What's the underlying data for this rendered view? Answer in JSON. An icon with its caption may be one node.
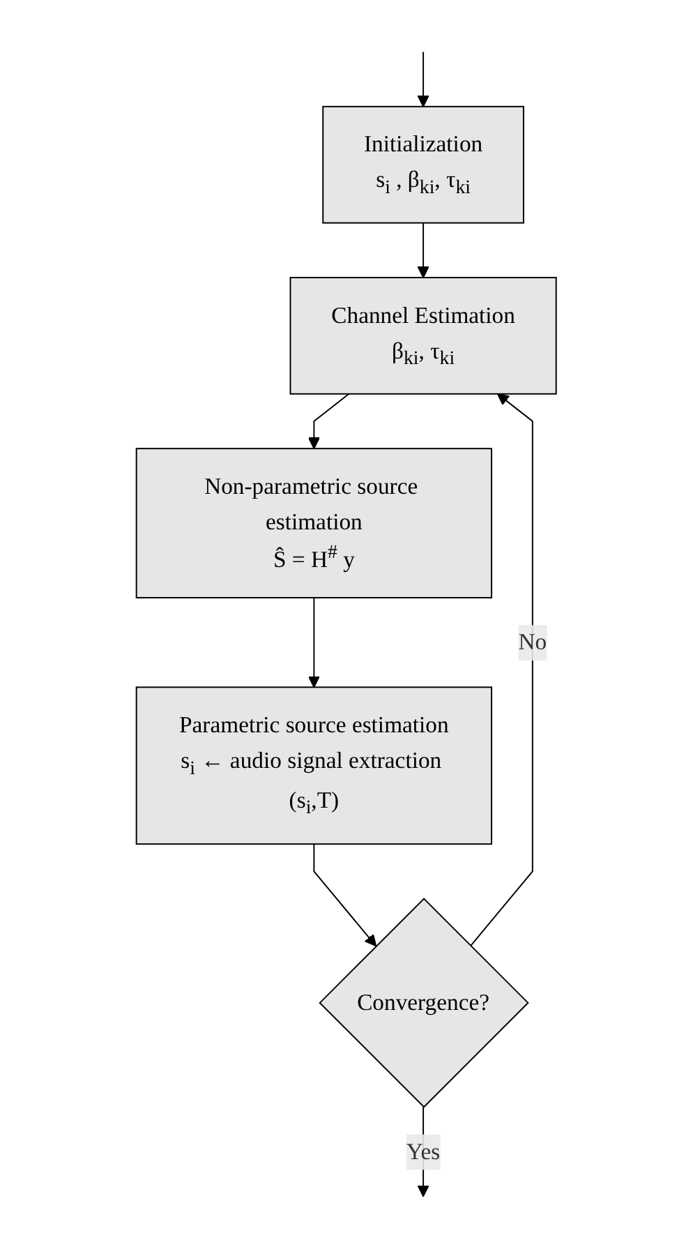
{
  "diagram": {
    "nodes": [
      {
        "text": [
          "Initialization",
          "s$_{i}$ , β$_{ki}$, τ$_{ki}$"
        ]
      },
      {
        "text": [
          "Channel Estimation",
          "β$_{ki}$, τ$_{ki}$"
        ]
      },
      {
        "text": [
          "Non-parametric source estimation",
          "Ŝ = H$^{#}$ y"
        ]
      },
      {
        "text": [
          "Parametric source estimation",
          "s$_{i}$ ← audio signal extraction (s$_{i}$,T)"
        ]
      },
      {
        "text": [
          "Convergence?"
        ]
      }
    ],
    "edges": [
      {
        "from": null,
        "to": 0,
        "arrow": "to"
      },
      {
        "from": 0,
        "to": 1,
        "arrow": "to"
      },
      {
        "from": 1,
        "to": 2,
        "arrow": "to"
      },
      {
        "from": 2,
        "to": 3,
        "arrow": "to"
      },
      {
        "from": 3,
        "to": 4,
        "arrow": "to"
      },
      {
        "from": 4,
        "to": 1,
        "arrow": "to",
        "label": "No"
      },
      {
        "from": 4,
        "to": null,
        "arrow": "to",
        "label": "Yes"
      }
    ]
  }
}
